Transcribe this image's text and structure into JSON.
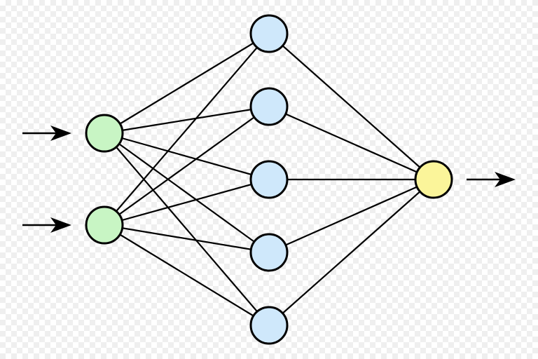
{
  "network": {
    "layers": [
      {
        "name": "input",
        "node_count": 2,
        "color": "#c8f5c4"
      },
      {
        "name": "hidden",
        "node_count": 5,
        "color": "#cfe8fb"
      },
      {
        "name": "output",
        "node_count": 1,
        "color": "#fbf59a"
      }
    ],
    "connectivity": "fully-connected",
    "input_arrows": 2,
    "output_arrows": 1,
    "line_color": "#000000",
    "background": "transparent-checkerboard"
  }
}
